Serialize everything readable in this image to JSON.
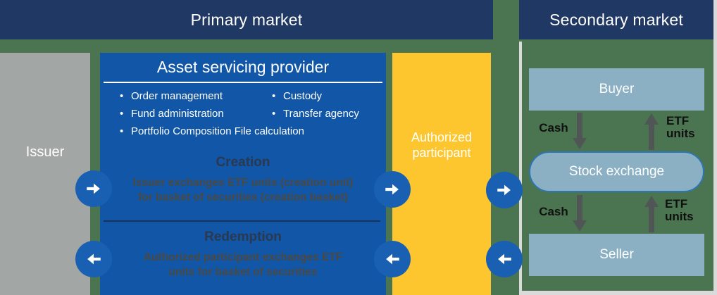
{
  "headers": {
    "primary": "Primary market",
    "secondary": "Secondary market"
  },
  "issuer": {
    "label": "Issuer"
  },
  "asp": {
    "title": "Asset servicing provider",
    "bullet_char": "•",
    "bullets_col1": [
      "Order management",
      "Fund administration",
      "Portfolio Composition File calculation"
    ],
    "bullets_col2": [
      "Custody",
      "Transfer agency"
    ],
    "creation": {
      "title": "Creation",
      "line1": "Issuer exchanges ETF units (creation unit)",
      "line2": "for basket of securities (creation basket)"
    },
    "redemption": {
      "title": "Redemption",
      "line1": "Authorized participant exchanges ETF",
      "line2": "units for basket of securities"
    }
  },
  "authorized_participant": {
    "line1": "Authorized",
    "line2": "participant"
  },
  "secondary_panel": {
    "buyer": "Buyer",
    "stock_exchange": "Stock exchange",
    "seller": "Seller",
    "flow_labels": {
      "cash_top": "Cash",
      "etf_top_line1": "ETF",
      "etf_top_line2": "units",
      "cash_bottom": "Cash",
      "etf_bottom_line1": "ETF",
      "etf_bottom_line2": "units"
    }
  },
  "palette": {
    "header_navy": "#203864",
    "background_green": "#4a7550",
    "issuer_gray": "#a2a6a5",
    "asp_blue": "#1156a7",
    "participant_yellow": "#fdc62f",
    "circle_blue": "#1a60b2",
    "light_blue_box": "#8bb0c3",
    "pill_border_blue": "#2e75b6",
    "divider_navy": "#1d3157",
    "section_heading_navy": "#2a3950",
    "body_text_olive": "#4b4941",
    "flow_arrow_gray": "#4f5655",
    "panel_line_gray": "#dadada"
  }
}
